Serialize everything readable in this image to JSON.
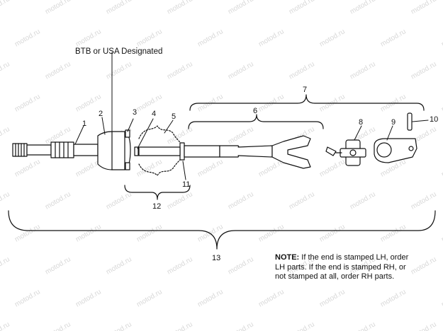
{
  "diagram": {
    "title_label": "BTB or USA Designated",
    "watermark": "motod.ru",
    "callouts": [
      "1",
      "2",
      "3",
      "4",
      "5",
      "6",
      "7",
      "8",
      "9",
      "10",
      "11",
      "12",
      "13"
    ],
    "note": {
      "heading": "NOTE:",
      "line1": "If the end is stamped LH, order",
      "line2": "LH parts.  If the end is stamped RH, or",
      "line3": "not stamped at all, order RH parts."
    }
  }
}
